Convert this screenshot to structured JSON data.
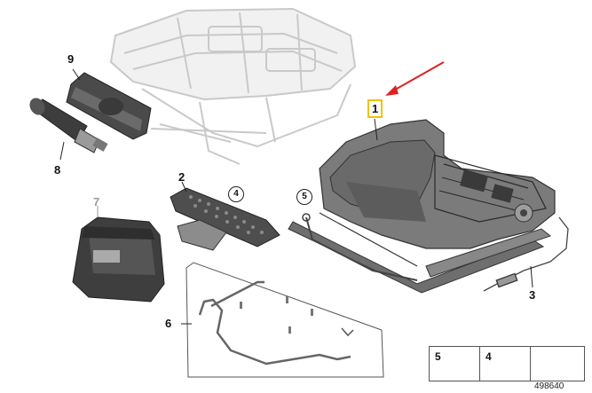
{
  "callouts": {
    "c1": "1",
    "c2": "2",
    "c3": "3",
    "c4": "4",
    "c5": "5",
    "c6": "6",
    "c7": "7",
    "c8": "8",
    "c9": "9"
  },
  "legend": {
    "item_a": "5",
    "item_b": "4"
  },
  "drawing_number": "498640",
  "colors": {
    "highlight_border": "#f2c200",
    "arrow": "#e02020",
    "ghost_part": "#c8c8c8",
    "part_dark": "#555555"
  },
  "icons": {
    "arrow": "red-pointer-arrow-icon",
    "screw_5": "hex-screw-icon",
    "screw_4": "self-tapping-screw-icon",
    "pad": "wedge-pad-icon"
  }
}
